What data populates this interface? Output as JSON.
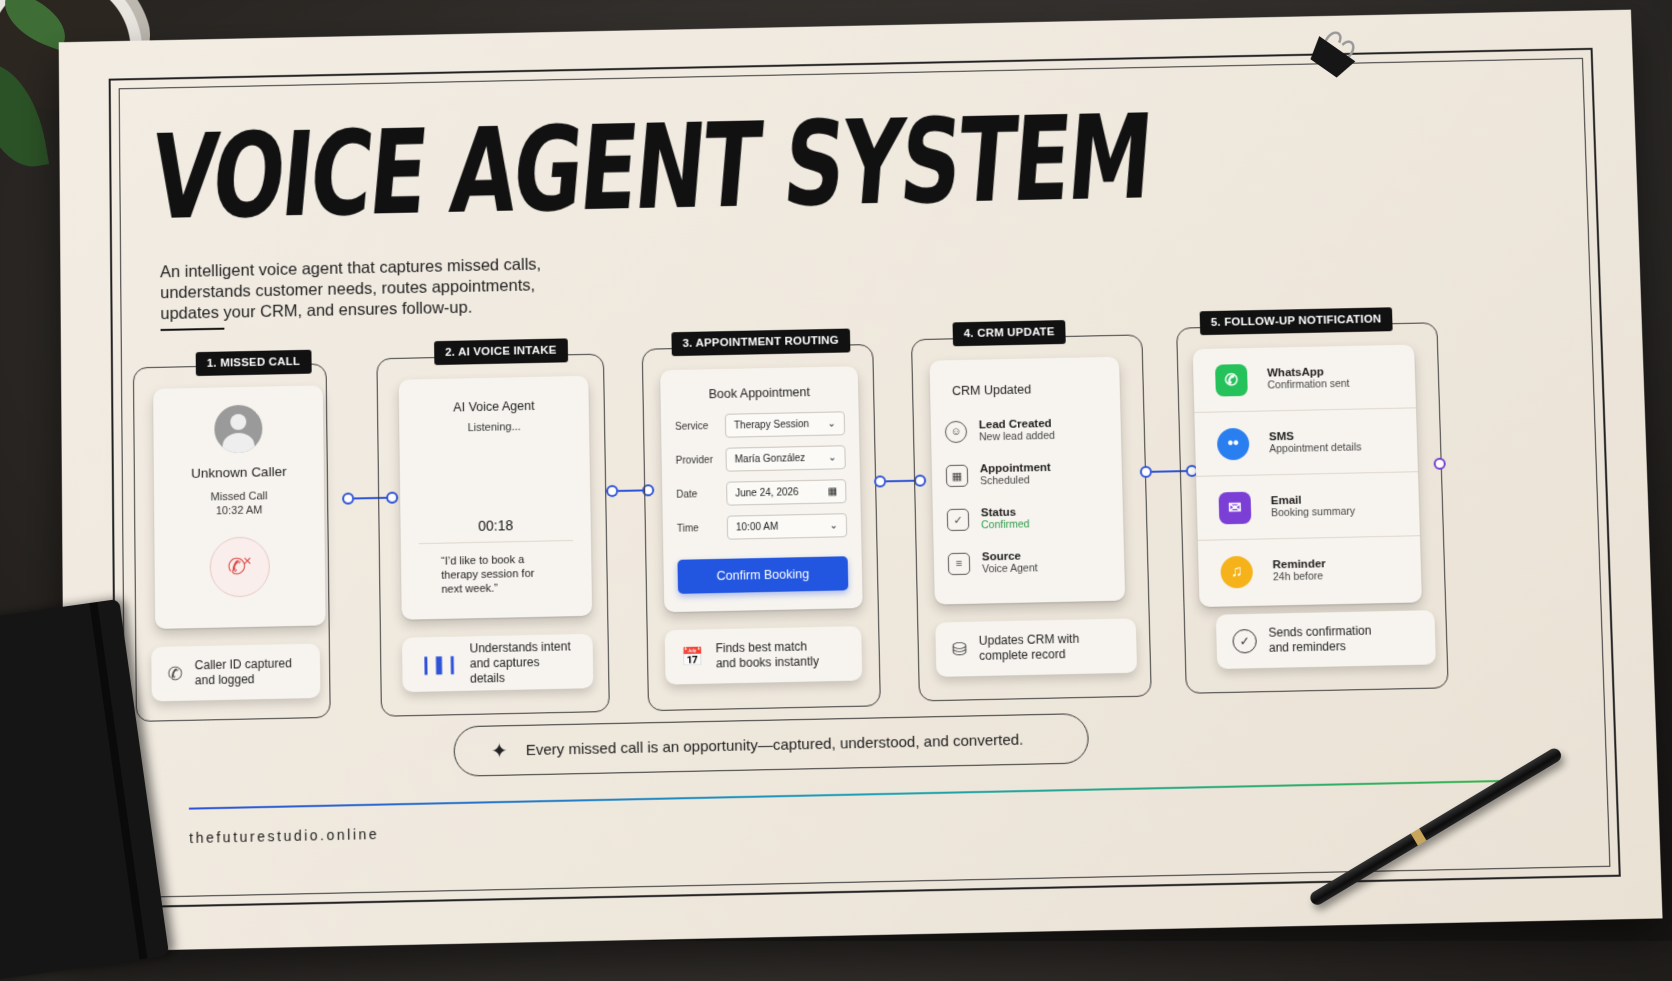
{
  "header": {
    "title": "VOICE AGENT SYSTEM",
    "subtitle": "An intelligent voice agent that captures missed calls, understands customer needs, routes appointments, updates your CRM, and ensures follow-up."
  },
  "stages": {
    "missed_call": {
      "tag": "1. MISSED CALL",
      "caller_name": "Unknown Caller",
      "status": "Missed Call",
      "time": "10:32 AM",
      "footer_line1": "Caller ID captured",
      "footer_line2": "and logged"
    },
    "ai_intake": {
      "tag": "2. AI VOICE INTAKE",
      "agent_title": "AI Voice Agent",
      "agent_status": "Listening...",
      "timer": "00:18",
      "quote_line1": "“I’d like to book a",
      "quote_line2": "therapy session for",
      "quote_line3": "next week.”",
      "footer_line1": "Understands intent",
      "footer_line2": "and captures details"
    },
    "routing": {
      "tag": "3. APPOINTMENT ROUTING",
      "form_title": "Book Appointment",
      "fields": {
        "service_label": "Service",
        "service_value": "Therapy Session",
        "provider_label": "Provider",
        "provider_value": "María González",
        "date_label": "Date",
        "date_value": "June 24, 2026",
        "time_label": "Time",
        "time_value": "10:00 AM"
      },
      "confirm_label": "Confirm Booking",
      "footer_line1": "Finds best match",
      "footer_line2": "and books instantly"
    },
    "crm": {
      "tag": "4. CRM UPDATE",
      "panel_title": "CRM Updated",
      "items": [
        {
          "title": "Lead Created",
          "sub": "New lead added",
          "icon": "user-icon"
        },
        {
          "title": "Appointment",
          "sub": "Scheduled",
          "icon": "calendar-icon"
        },
        {
          "title": "Status",
          "sub": "Confirmed",
          "icon": "checkbox-icon"
        },
        {
          "title": "Source",
          "sub": "Voice Agent",
          "icon": "source-icon"
        }
      ],
      "footer_line1": "Updates CRM with",
      "footer_line2": "complete record"
    },
    "followup": {
      "tag": "5. FOLLOW-UP NOTIFICATION",
      "items": [
        {
          "title": "WhatsApp",
          "sub": "Confirmation sent",
          "icon": "whatsapp-icon",
          "color": "#25c15b"
        },
        {
          "title": "SMS",
          "sub": "Appointment details",
          "icon": "sms-icon",
          "color": "#2a7ff0"
        },
        {
          "title": "Email",
          "sub": "Booking summary",
          "icon": "email-icon",
          "color": "#7c3fd6"
        },
        {
          "title": "Reminder",
          "sub": "24h before",
          "icon": "bell-icon",
          "color": "#f5b21a"
        }
      ],
      "footer_line1": "Sends confirmation",
      "footer_line2": "and reminders"
    }
  },
  "tagline": "Every missed call is an opportunity—captured, understood, and converted.",
  "site": "thefuturestudio.online",
  "colors": {
    "accent": "#2356e0",
    "connector": "#2f53d8",
    "missed_red": "#e04848",
    "confirmed_green": "#2c9a49"
  }
}
